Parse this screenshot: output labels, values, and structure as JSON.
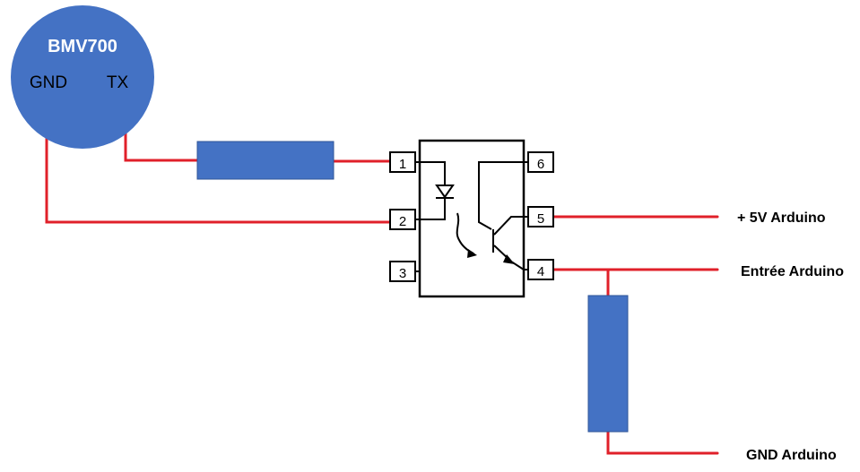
{
  "device": {
    "name": "BMV700",
    "gnd_label": "GND",
    "tx_label": "TX",
    "fill_color": "#4472c4"
  },
  "optocoupler": {
    "pins": [
      "1",
      "2",
      "3",
      "4",
      "5",
      "6"
    ]
  },
  "connections": {
    "plus5v": "+ 5V Arduino",
    "entree": "Entrée Arduino",
    "gnd": "GND Arduino"
  },
  "colors": {
    "wire": "#e0202a",
    "resistor": "#4472c4",
    "text_dark": "#000000",
    "text_light": "#ffffff"
  }
}
